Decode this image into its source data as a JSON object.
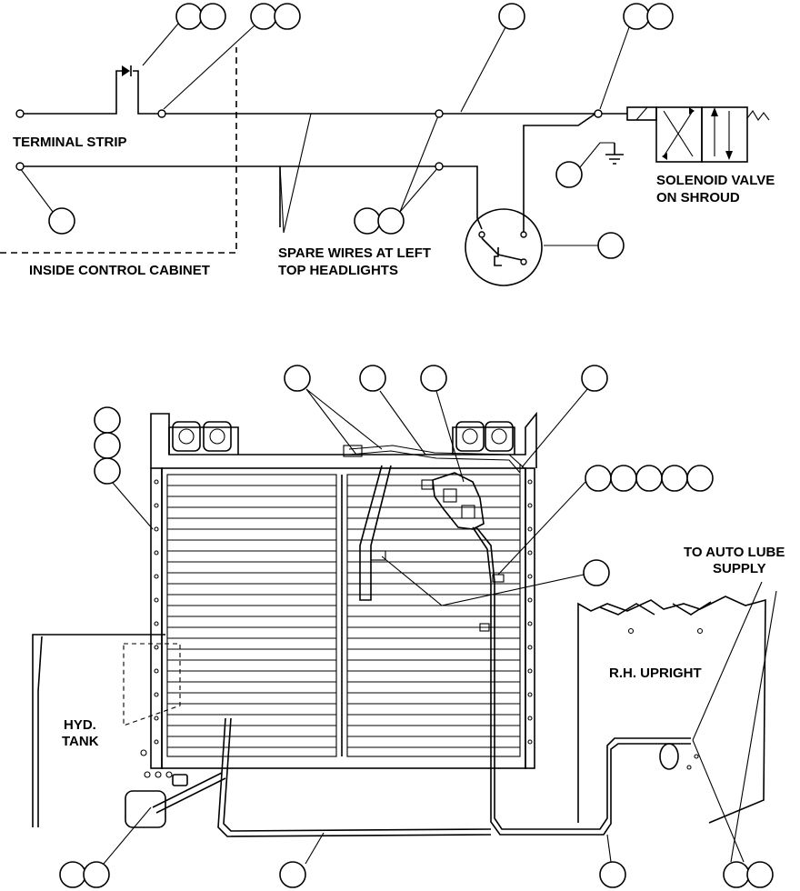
{
  "schematic": {
    "labels": {
      "terminal_strip": "TERMINAL STRIP",
      "inside_control_cabinet": "INSIDE CONTROL CABINET",
      "spare_wires_line1": "SPARE WIRES AT LEFT",
      "spare_wires_line2": "TOP HEADLIGHTS",
      "solenoid_line1": "SOLENOID VALVE",
      "solenoid_line2": "ON SHROUD"
    }
  },
  "assembly": {
    "labels": {
      "auto_lube_line1": "TO AUTO LUBE",
      "auto_lube_line2": "SUPPLY",
      "rh_upright": "R.H. UPRIGHT",
      "hyd_line1": "HYD.",
      "hyd_line2": "TANK"
    }
  }
}
